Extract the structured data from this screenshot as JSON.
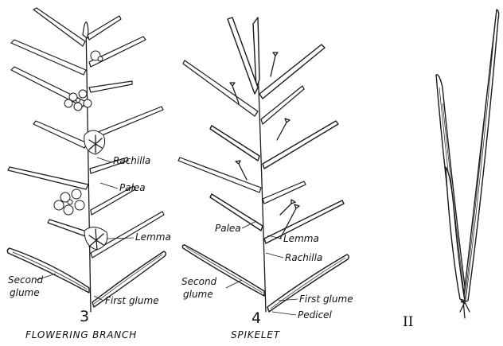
{
  "figure_3": {
    "number": "3",
    "caption": "FLOWERING BRANCH",
    "labels": {
      "rachilla": "Rachilla",
      "palea": "Palea",
      "lemma": "Lemma",
      "second_glume_line1": "Second",
      "second_glume_line2": "glume",
      "first_glume": "First glume"
    }
  },
  "figure_4": {
    "number": "4",
    "caption": "SPIKELET",
    "labels": {
      "palea": "Palea",
      "lemma": "Lemma",
      "rachilla": "Rachilla",
      "second_glume_line1": "Second",
      "second_glume_line2": "glume",
      "first_glume": "First glume",
      "pedicel": "Pedicel"
    }
  },
  "figure_ii": {
    "number": "II"
  }
}
